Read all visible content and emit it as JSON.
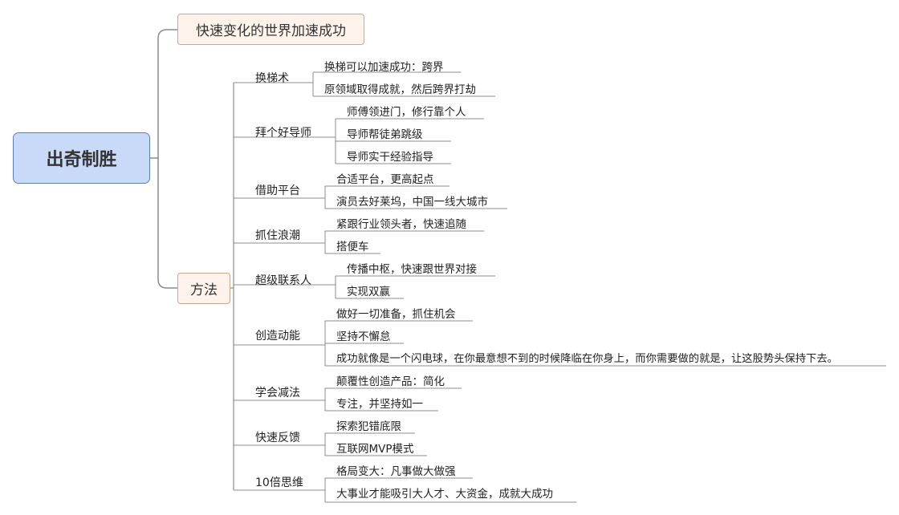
{
  "root": "出奇制胜",
  "topic_speed": "快速变化的世界加速成功",
  "topic_method": "方法",
  "branches": [
    {
      "label": "换梯术",
      "items": [
        "换梯可以加速成功：跨界",
        "原领域取得成就，然后跨界打劫"
      ]
    },
    {
      "label": "拜个好导师",
      "items": [
        "师傅领进门，修行靠个人",
        "导师帮徒弟跳级",
        "导师实干经验指导"
      ]
    },
    {
      "label": "借助平台",
      "items": [
        "合适平台，更高起点",
        "演员去好莱坞，中国一线大城市"
      ]
    },
    {
      "label": "抓住浪潮",
      "items": [
        "紧跟行业领头者，快速追随",
        "搭便车"
      ]
    },
    {
      "label": "超级联系人",
      "items": [
        "传播中枢，快速跟世界对接",
        "实现双赢"
      ]
    },
    {
      "label": "创造动能",
      "items": [
        "做好一切准备，抓住机会",
        "坚持不懈怠",
        "成功就像是一个闪电球，在你最意想不到的时候降临在你身上，而你需要做的就是，让这股势头保持下去。"
      ]
    },
    {
      "label": "学会减法",
      "items": [
        "颠覆性创造产品：简化",
        "专注，并坚持如一"
      ]
    },
    {
      "label": "快速反馈",
      "items": [
        "探索犯错底限",
        "互联网MVP模式"
      ]
    },
    {
      "label": "10倍思维",
      "items": [
        "格局变大：凡事做大做强",
        "大事业才能吸引大人才、大资金，成就大成功"
      ]
    }
  ],
  "colors": {
    "line": "#8c8c8c",
    "root_fill": "#c9daf8",
    "topic_fill": "#fdf3ea"
  }
}
